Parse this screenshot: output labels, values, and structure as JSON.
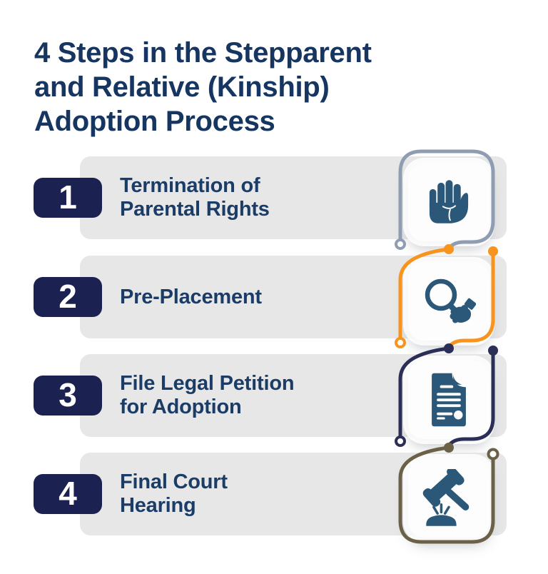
{
  "title": {
    "text": "4 Steps in the Stepparent\nand Relative (Kinship)\nAdoption Process"
  },
  "steps": [
    {
      "number": "1",
      "label": "Termination of\nParental Rights",
      "icon": "stop-hand-icon"
    },
    {
      "number": "2",
      "label": "Pre-Placement",
      "icon": "magnifying-glass-hand-icon"
    },
    {
      "number": "3",
      "label": "File Legal Petition\nfor Adoption",
      "icon": "legal-document-icon"
    },
    {
      "number": "4",
      "label": "Final Court\nHearing",
      "icon": "gavel-icon"
    }
  ],
  "colors": {
    "title_text": "#163560",
    "step_text": "#1B3C67",
    "badge_bg": "#1B2150",
    "badge_text": "#FFFFFF",
    "bar_bg": "#E7E7E8",
    "card_bg": "#FDFDFD",
    "icon_blue": "#2B5878",
    "loop_1": "#8E9DB2",
    "loop_2": "#F7941E",
    "loop_3": "#2B2E56",
    "loop_4": "#6B6148",
    "background": "#FFFFFF"
  }
}
